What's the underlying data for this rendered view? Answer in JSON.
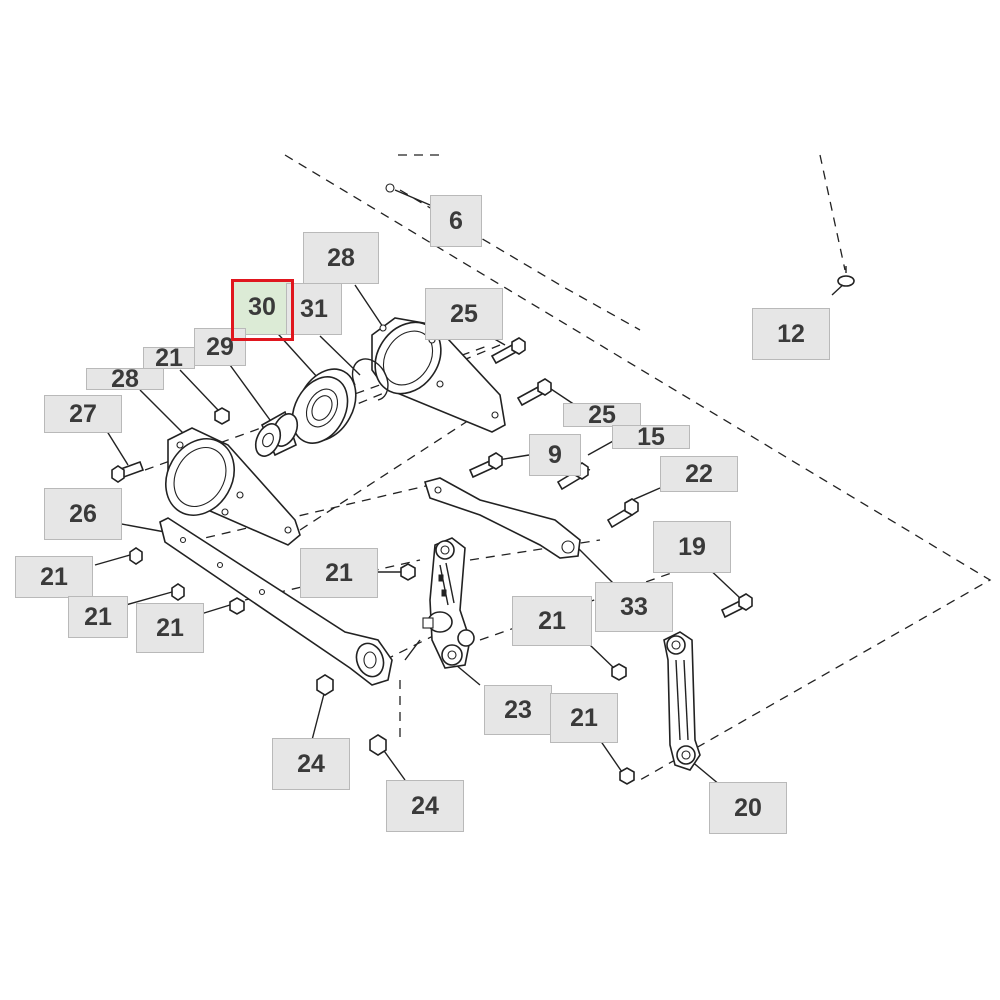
{
  "callouts": {
    "c6": "6",
    "c12": "12",
    "c28a": "28",
    "c30": "30",
    "c31": "31",
    "c25a": "25",
    "c29": "29",
    "c21a": "21",
    "c28b": "28",
    "c27": "27",
    "c25b": "25",
    "c15": "15",
    "c9": "9",
    "c22": "22",
    "c26": "26",
    "c19": "19",
    "c21b": "21",
    "c21c": "21",
    "c21d": "21",
    "c21e": "21",
    "c33": "33",
    "c21f": "21",
    "c23": "23",
    "c21g": "21",
    "c24a": "24",
    "c24b": "24",
    "c20": "20"
  },
  "selected_callout": "30",
  "colors": {
    "callout_bg": "#e6e6e6",
    "selected_bg": "#dcebd6",
    "highlight": "#e0161e",
    "line": "#222222"
  }
}
